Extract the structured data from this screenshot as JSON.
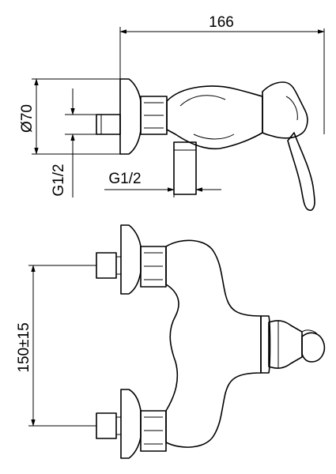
{
  "dimensions": {
    "overall_width": "166",
    "diameter": "Ø70",
    "thread_side": "G1/2",
    "thread_bottom": "G1/2",
    "center_distance": "150±15"
  },
  "colors": {
    "line": "#000000",
    "background": "#ffffff"
  }
}
